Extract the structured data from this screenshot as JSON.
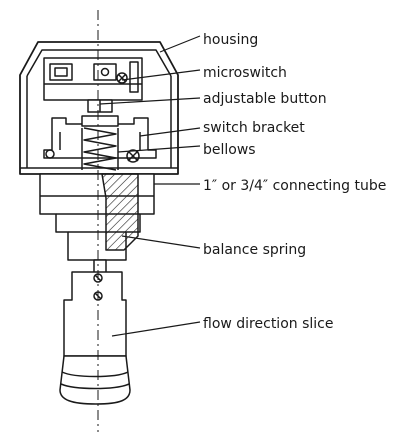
{
  "labels": {
    "housing": "housing",
    "microswitch": "microswitch",
    "adjustable_button": "adjustable button",
    "switch_bracket": "switch bracket",
    "bellows": "bellows",
    "connecting_tube": "1″ or 3/4″ connecting tube",
    "balance_spring": "balance spring",
    "flow_direction_slice": "flow direction slice"
  },
  "colors": {
    "ink": "#1a1a1a",
    "paper": "#ffffff"
  }
}
